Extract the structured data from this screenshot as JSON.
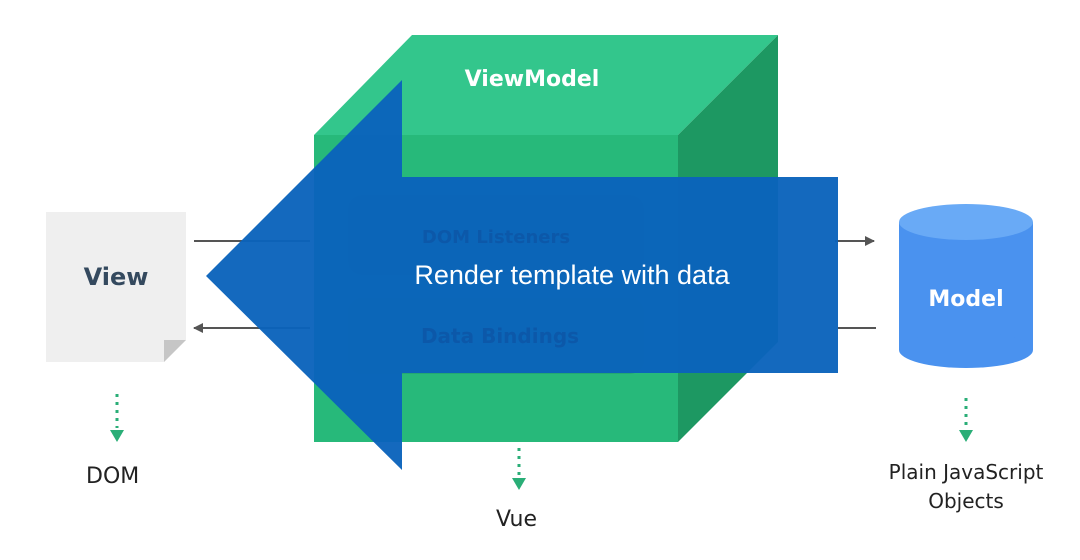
{
  "view": {
    "label": "View",
    "caption": "DOM"
  },
  "viewmodel": {
    "label": "ViewModel",
    "caption": "Vue",
    "dom_listeners": "DOM Listeners",
    "data_bindings": "Data Bindings"
  },
  "model": {
    "label": "Model",
    "caption": "Plain JavaScript Objects"
  },
  "overlay": {
    "text": "Render template with data"
  },
  "colors": {
    "cube_front": "#27b97a",
    "cube_top": "#33c68c",
    "cube_side": "#1d9862",
    "panel": "#1fa06c",
    "overlay": "#0a63bb",
    "model_body": "#4a92ef",
    "model_top": "#69aaf6",
    "view_paper": "#efefef",
    "view_text": "#34495e",
    "dotted": "#2aae77"
  }
}
